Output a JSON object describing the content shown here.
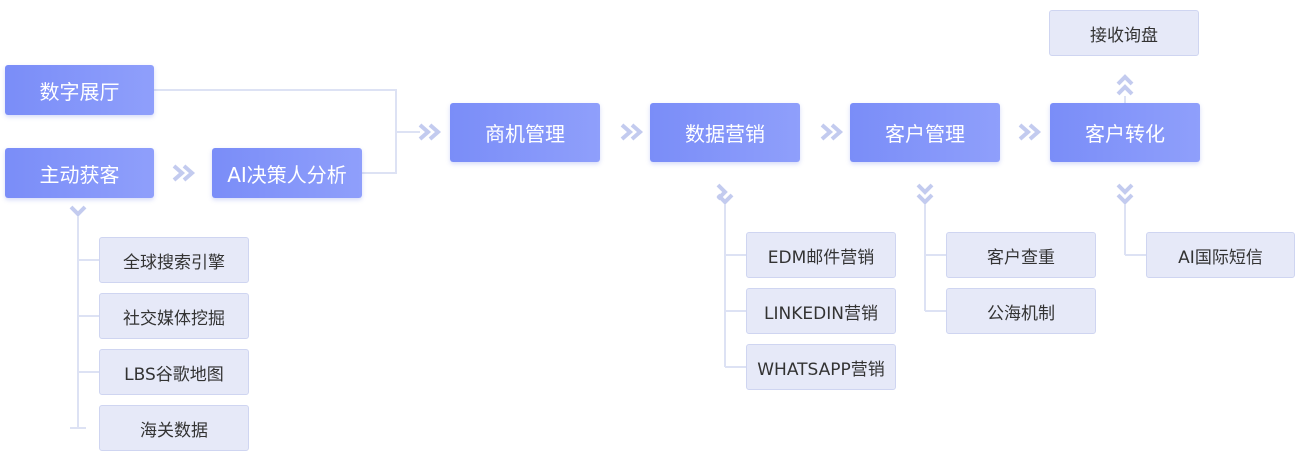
{
  "main_flow": {
    "digital_hall": "数字展厅",
    "active_acquisition": "主动获客",
    "ai_analysis": "AI决策人分析",
    "opportunity_mgmt": "商机管理",
    "data_marketing": "数据营销",
    "customer_mgmt": "客户管理",
    "customer_conversion": "客户转化",
    "receive_inquiry": "接收询盘"
  },
  "acquisition_channels": [
    "全球搜索引擎",
    "社交媒体挖掘",
    "LBS谷歌地图",
    "海关数据"
  ],
  "marketing_channels": [
    "EDM邮件营销",
    "LINKEDIN营销",
    "WHATSAPP营销"
  ],
  "customer_tools": [
    "客户查重",
    "公海机制"
  ],
  "conversion_tools": [
    "AI国际短信"
  ],
  "colors": {
    "primary": "#7f91f9",
    "secondary": "#e6e9f8",
    "connector": "#dde2f4",
    "arrow": "#c3cbef"
  }
}
